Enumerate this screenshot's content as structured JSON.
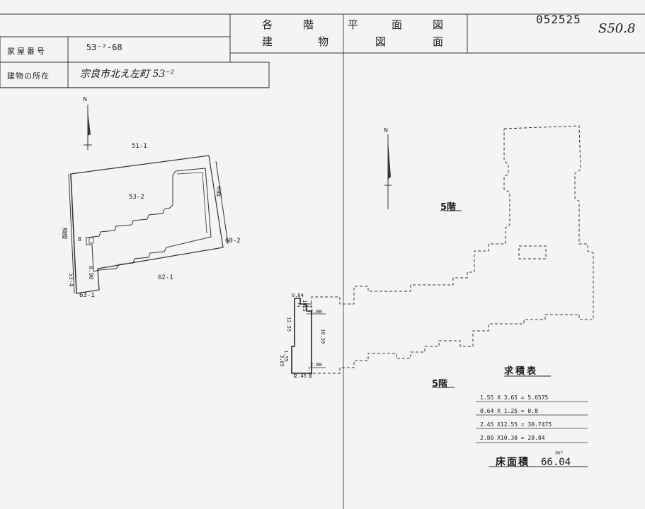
{
  "header": {
    "title_row1": [
      "各",
      "階",
      "平",
      "面",
      "図"
    ],
    "title_row2": [
      "建",
      "物",
      "図",
      "面"
    ],
    "doc_number": "052525",
    "date_note": "S50.8"
  },
  "info_table": {
    "house_number_label": "家屋番号",
    "house_number_value": "53⁻²-68",
    "location_label": "建物の所在",
    "location_value": "宗良市北え左町 53⁻²"
  },
  "site_plan": {
    "north_label": "N",
    "lot_main": "53-2",
    "lot_north": "51-1",
    "lot_east": "60-2",
    "lot_south": "62-1",
    "lot_sw": "63-1",
    "lot_west": "53-4",
    "road_west": "道路",
    "waterway_east": "水路",
    "dim_a": "8.90",
    "dim_b": "8"
  },
  "floor_plan": {
    "north_label": "N",
    "floor_label_top": "5階",
    "floor_label_bottom": "5階",
    "dims": {
      "d064": "0.64",
      "d125": "1.25",
      "d2625": "2.625",
      "d1255": "12.55",
      "d1030": "10.30",
      "d280a": "2.80",
      "d280b": "2.80",
      "d155": "1.55",
      "d365": "3.65",
      "d245": "2.45",
      "d100": "1.00"
    }
  },
  "area_calc": {
    "title": "求積表",
    "rows": [
      "1.55 X 3.65 = 5.6575",
      "0.64 X 1.25 = 0.8",
      "2.45 X12.55 = 30.7475",
      "2.80 X10.30 = 28.84"
    ],
    "total_label": "床面積",
    "total_value": "66.04",
    "total_unit": "m²"
  }
}
